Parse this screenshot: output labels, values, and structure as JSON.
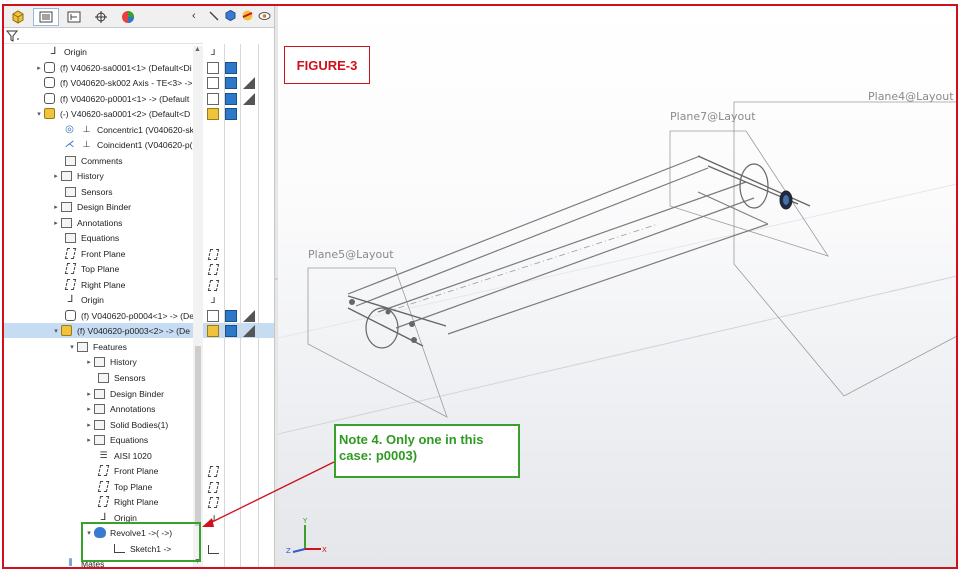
{
  "tree": {
    "rows": [
      {
        "label": "Origin"
      },
      {
        "label": "(f) V40620-sa0001<1> (Default<Di"
      },
      {
        "label": "(f) V040620-sk002 Axis - TE<3> ->"
      },
      {
        "label": "(f) V040620-p0001<1> -> (Default"
      },
      {
        "label": "(-) V40620-sa0001<2> (Default<D"
      },
      {
        "label": "Concentric1 (V040620-sk"
      },
      {
        "label": "Coincident1 (V040620-p("
      },
      {
        "label": "Comments"
      },
      {
        "label": "History"
      },
      {
        "label": "Sensors"
      },
      {
        "label": "Design Binder"
      },
      {
        "label": "Annotations"
      },
      {
        "label": "Equations"
      },
      {
        "label": "Front Plane"
      },
      {
        "label": "Top Plane"
      },
      {
        "label": "Right Plane"
      },
      {
        "label": "Origin"
      },
      {
        "label": "(f) V040620-p0004<1> -> (De"
      },
      {
        "label": "(f) V040620-p0003<2> -> (De"
      },
      {
        "label": "Features"
      },
      {
        "label": "History"
      },
      {
        "label": "Sensors"
      },
      {
        "label": "Design Binder"
      },
      {
        "label": "Annotations"
      },
      {
        "label": "Solid Bodies(1)"
      },
      {
        "label": "Equations"
      },
      {
        "label": "AISI 1020"
      },
      {
        "label": "Front Plane"
      },
      {
        "label": "Top Plane"
      },
      {
        "label": "Right Plane"
      },
      {
        "label": "Origin"
      },
      {
        "label": "Revolve1 ->( ->)"
      },
      {
        "label": "Sketch1 ->"
      },
      {
        "label": "Mates"
      }
    ]
  },
  "viewport": {
    "plane_labels": {
      "plane4": "Plane4@Layout",
      "plane7": "Plane7@Layout",
      "plane5": "Plane5@Layout"
    },
    "triad": {
      "x": "X",
      "y": "Y",
      "z": "Z"
    }
  },
  "annotations": {
    "figure_label": "FIGURE-3",
    "note_text": "Note 4. Only one in this case: p0003)"
  },
  "colors": {
    "red": "#d0101c",
    "green": "#3aa02c",
    "selection": "#c6dcf2"
  }
}
